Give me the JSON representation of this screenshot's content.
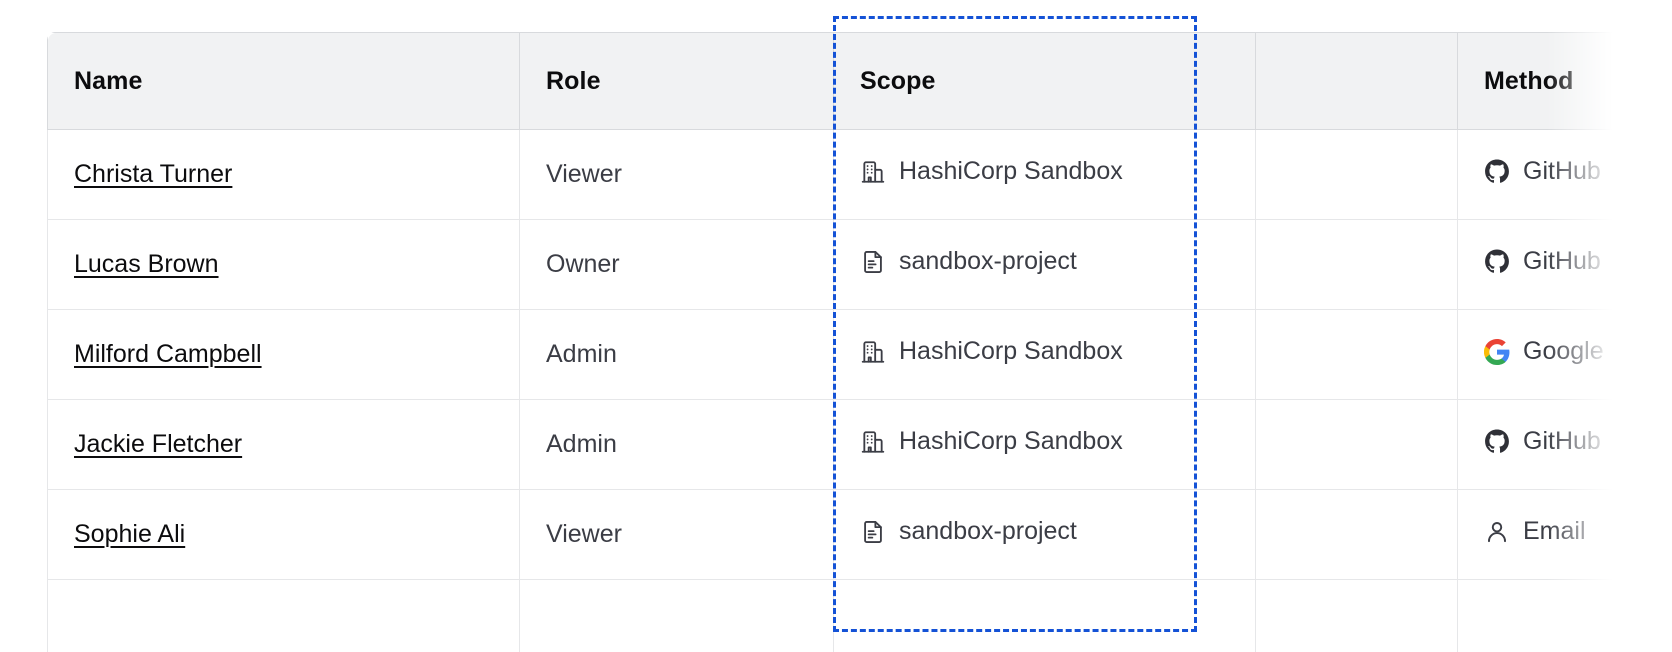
{
  "table": {
    "columns": [
      {
        "key": "name",
        "label": "Name"
      },
      {
        "key": "role",
        "label": "Role"
      },
      {
        "key": "scope",
        "label": "Scope"
      },
      {
        "key": "blank",
        "label": ""
      },
      {
        "key": "method",
        "label": "Method"
      }
    ],
    "rows": [
      {
        "name": "Christa Turner",
        "role": "Viewer",
        "scope": "HashiCorp Sandbox",
        "scope_icon": "organization-icon",
        "method": "GitHub",
        "method_icon": "github-icon"
      },
      {
        "name": "Lucas Brown",
        "role": "Owner",
        "scope": "sandbox-project",
        "scope_icon": "project-document-icon",
        "method": "GitHub",
        "method_icon": "github-icon"
      },
      {
        "name": "Milford Campbell",
        "role": "Admin",
        "scope": "HashiCorp Sandbox",
        "scope_icon": "organization-icon",
        "method": "Google",
        "method_icon": "google-icon"
      },
      {
        "name": "Jackie Fletcher",
        "role": "Admin",
        "scope": "HashiCorp Sandbox",
        "scope_icon": "organization-icon",
        "method": "GitHub",
        "method_icon": "github-icon"
      },
      {
        "name": "Sophie Ali",
        "role": "Viewer",
        "scope": "sandbox-project",
        "scope_icon": "project-document-icon",
        "method": "Email",
        "method_icon": "user-icon"
      },
      {
        "name": "",
        "role": "",
        "scope": "",
        "scope_icon": "",
        "method": "",
        "method_icon": ""
      }
    ]
  },
  "selection": {
    "target_column": "Scope",
    "border_color": "#1452D6",
    "style": "dashed"
  },
  "colors": {
    "header_bg": "#F1F2F3",
    "header_text": "#0C0C0E",
    "body_text": "#3B3D45",
    "link_text": "#0C0C0E",
    "row_border": "#E6E7E9",
    "header_border": "#D8DADD",
    "selection_blue": "#1452D6",
    "github_dark": "#2F3037",
    "google_blue": "#4285F4",
    "google_red": "#EA4335",
    "google_yellow": "#FBBC05",
    "google_green": "#34A853"
  }
}
